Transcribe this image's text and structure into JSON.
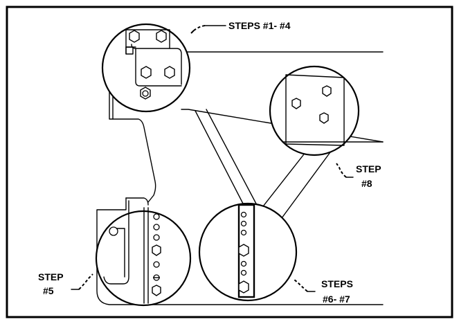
{
  "callouts": {
    "steps_1_4": "STEPS #1- #4",
    "step_8_line1": "STEP",
    "step_8_line2": "#8",
    "step_5_line1": "STEP",
    "step_5_line2": "#5",
    "steps_6_7_line1": "STEPS",
    "steps_6_7_line2": "#6- #7"
  },
  "colors": {
    "line": "#000000",
    "background": "#ffffff"
  }
}
